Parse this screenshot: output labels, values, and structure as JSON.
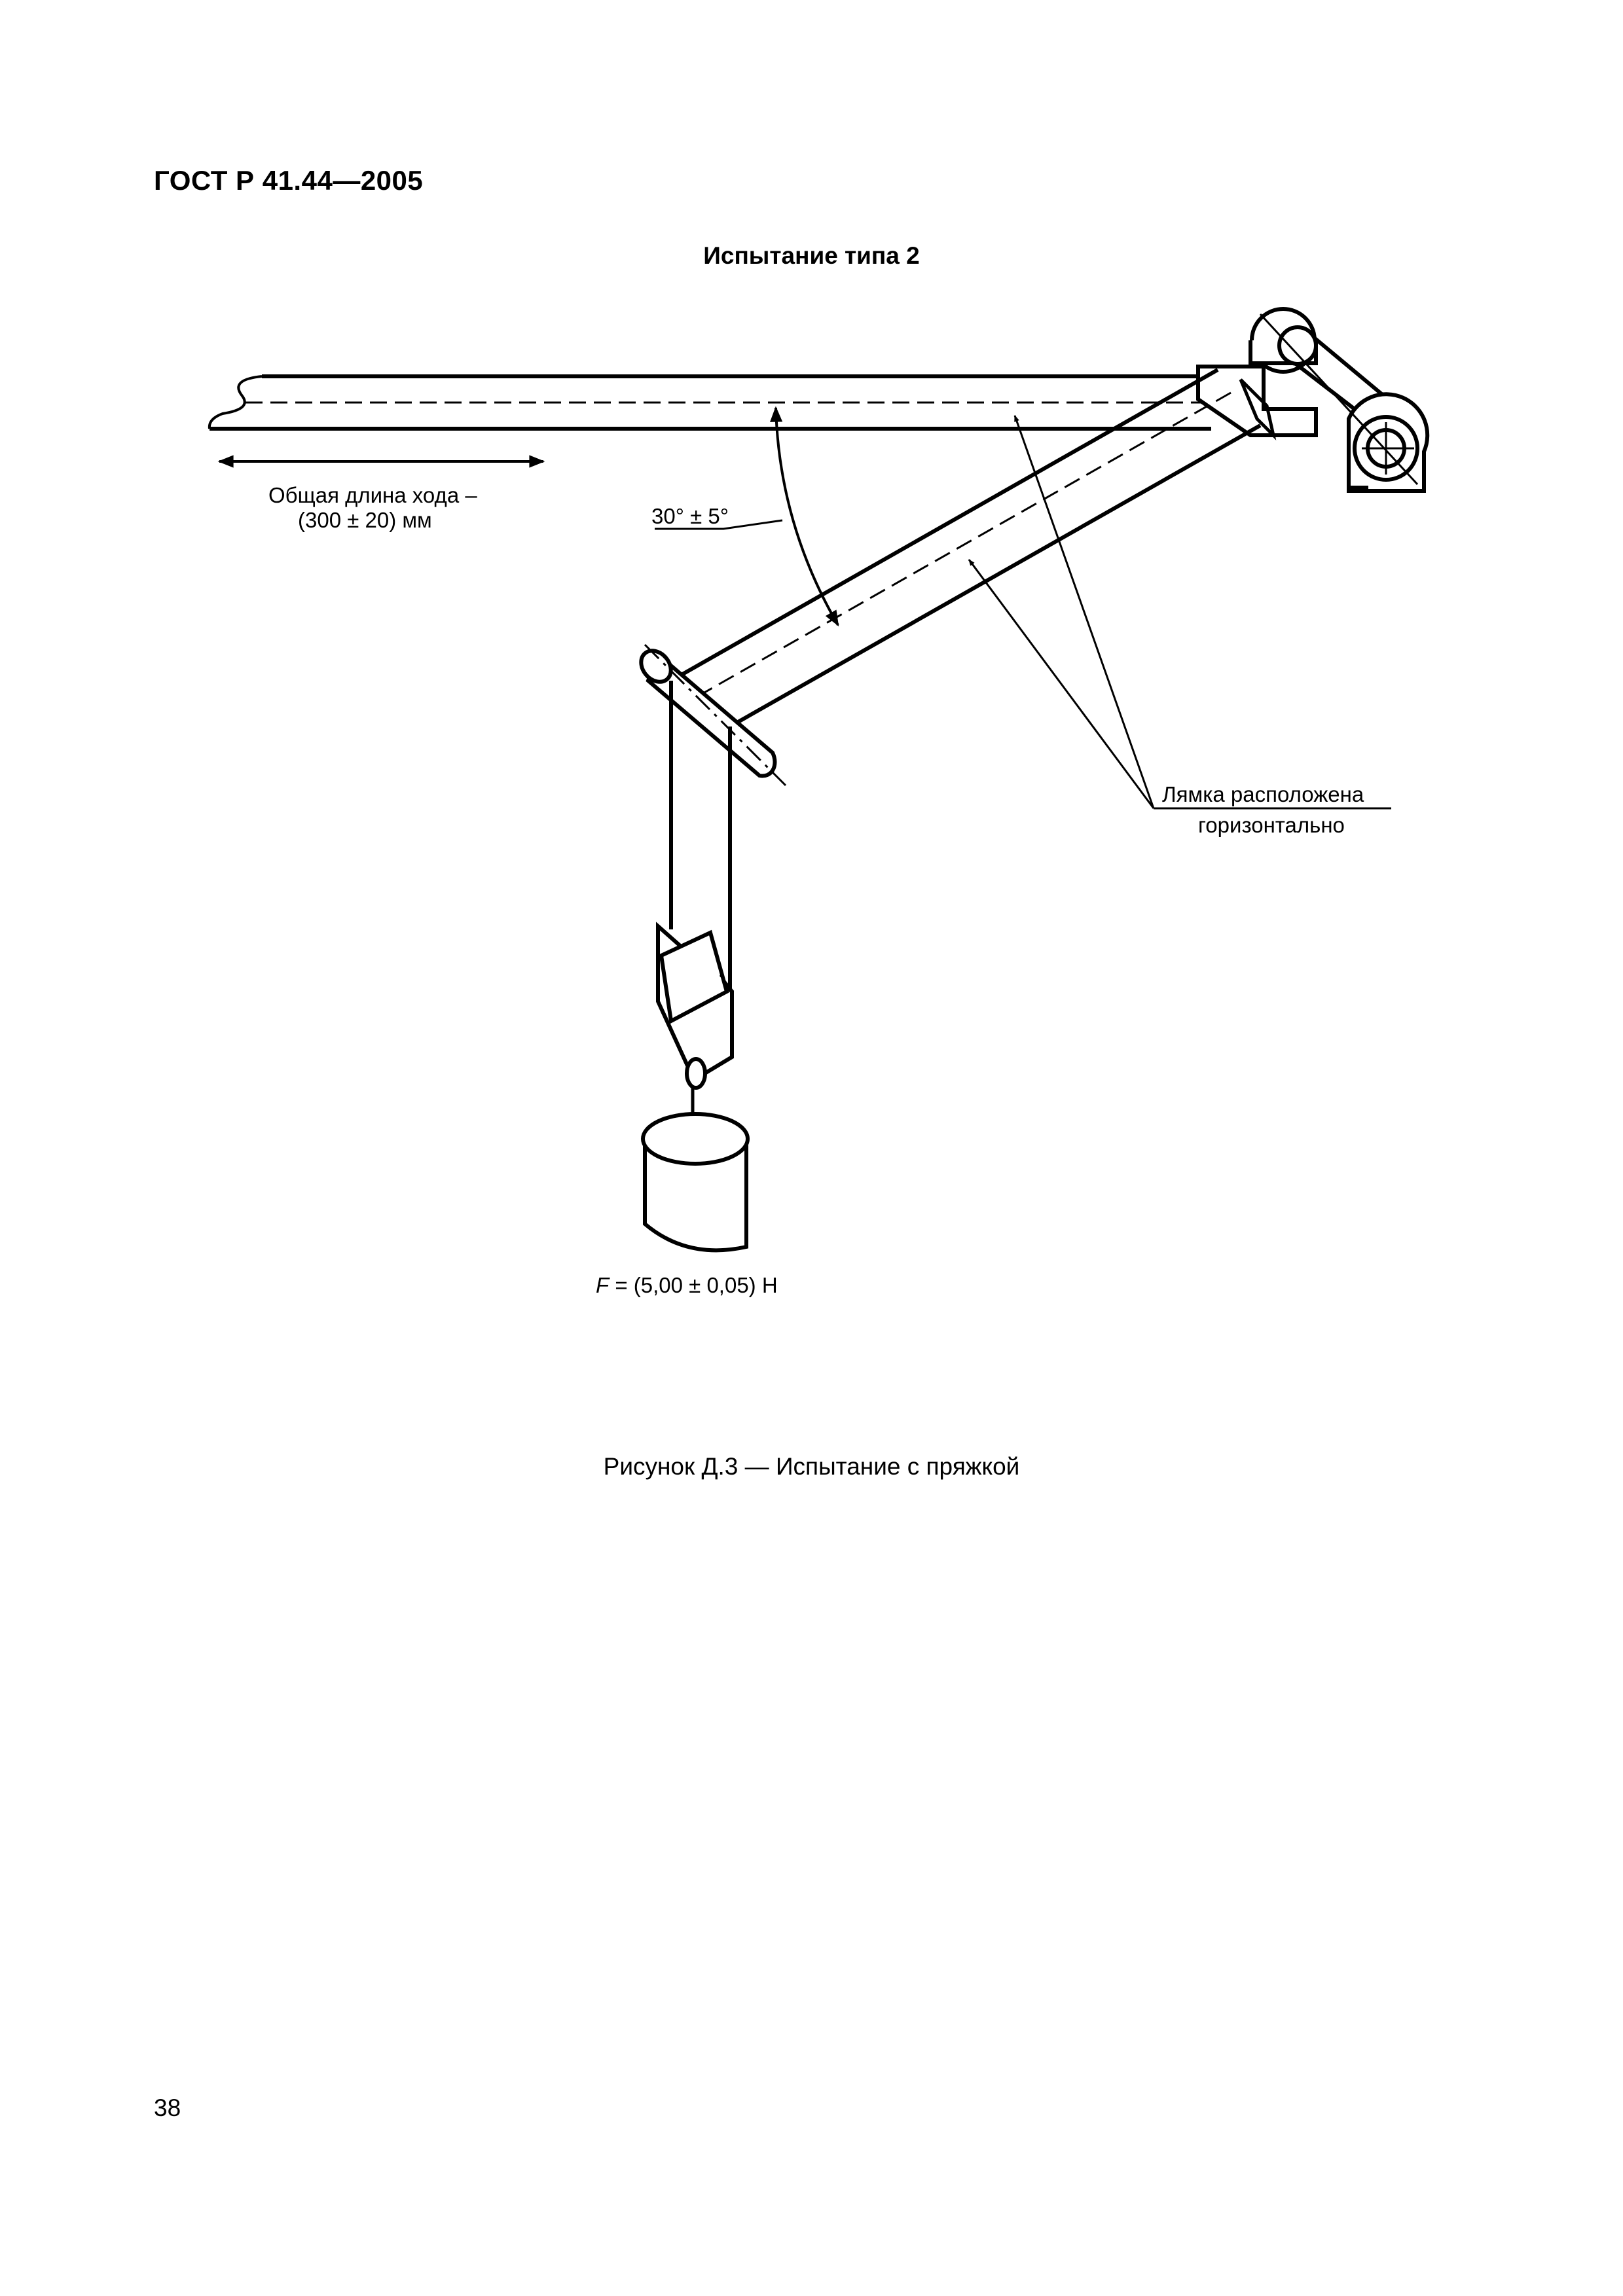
{
  "header": {
    "standard": "ГОСТ Р 41.44—2005"
  },
  "figure": {
    "title": "Испытание типа 2",
    "travel_label": {
      "line1": "Общая длина хода –",
      "line2": "(300 ± 20) мм"
    },
    "angle_label": "30° ± 5°",
    "strap_label": {
      "line1": "Лямка расположена",
      "line2": "горизонтально"
    },
    "force_label": {
      "symbol": "F",
      "value": " = (5,00 ± 0,05) Н"
    }
  },
  "caption": "Рисунок Д.3 — Испытание с пряжкой",
  "page_number": "38"
}
